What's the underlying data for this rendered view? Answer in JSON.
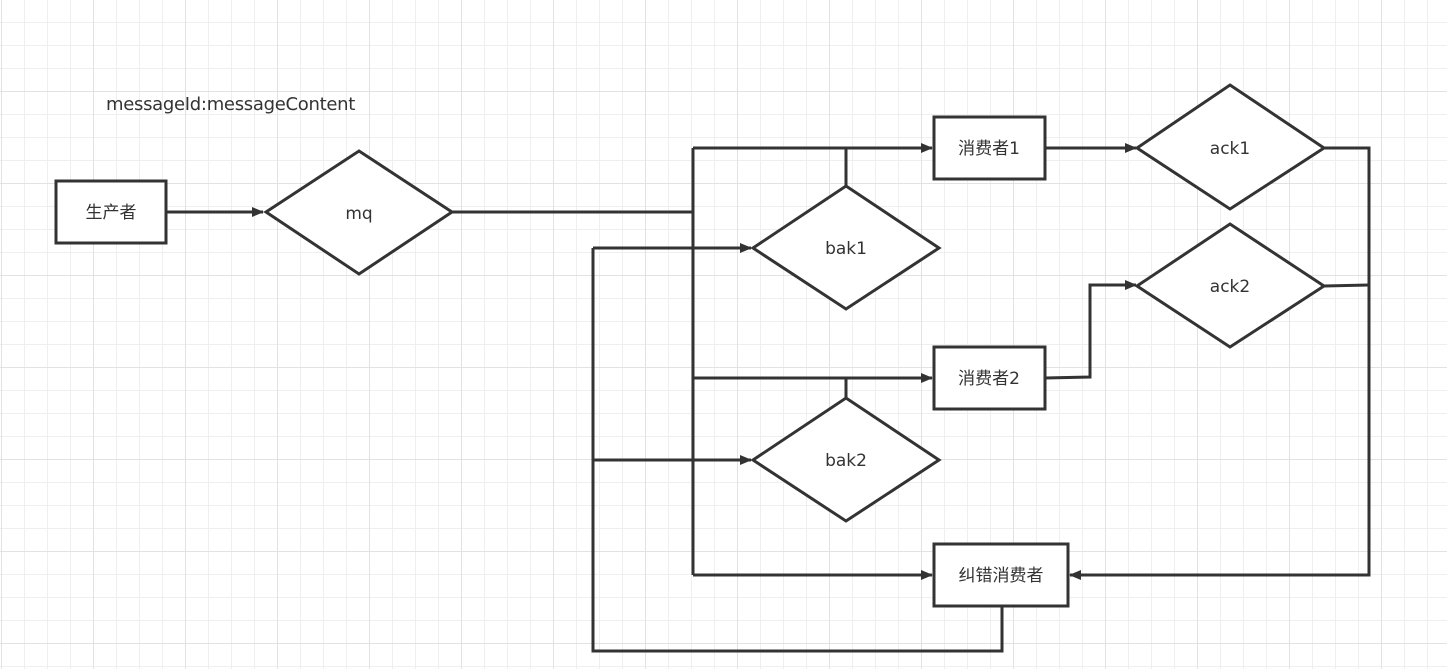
{
  "annotation": "messageId:messageContent",
  "nodes": {
    "producer": "生产者",
    "mq": "mq",
    "consumer1": "消费者1",
    "consumer2": "消费者2",
    "bak1": "bak1",
    "bak2": "bak2",
    "ack1": "ack1",
    "ack2": "ack2",
    "correction_consumer": "纠错消费者"
  },
  "edges": [
    {
      "from": "producer",
      "to": "mq"
    },
    {
      "from": "mq",
      "to": "consumer1"
    },
    {
      "from": "mq",
      "to": "consumer2"
    },
    {
      "from": "mq",
      "to": "correction_consumer"
    },
    {
      "from": "bak1",
      "to": "consumer1"
    },
    {
      "from": "bak2",
      "to": "consumer2"
    },
    {
      "from": "consumer1",
      "to": "ack1"
    },
    {
      "from": "consumer2",
      "to": "ack2"
    },
    {
      "from": "ack1",
      "to": "correction_consumer"
    },
    {
      "from": "ack2",
      "to": "correction_consumer"
    },
    {
      "from": "correction_consumer",
      "to": "bak1"
    },
    {
      "from": "correction_consumer",
      "to": "bak2"
    }
  ],
  "colors": {
    "stroke": "#333333",
    "grid_minor": "#efefef",
    "grid_major": "#e2e2e2",
    "background": "#ffffff"
  }
}
